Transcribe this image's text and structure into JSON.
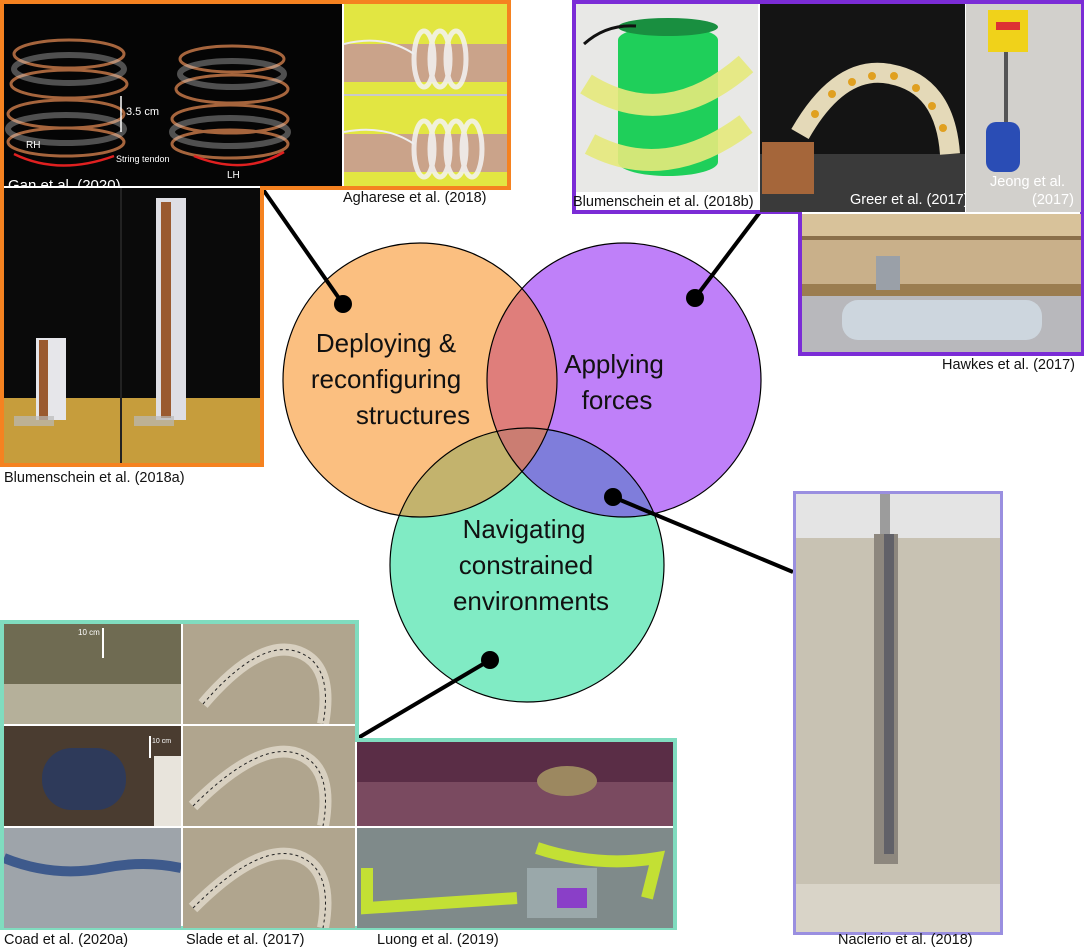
{
  "venn": {
    "circle_top_left": {
      "line1": "Deploying &",
      "line2": "reconfiguring",
      "line3": "structures",
      "color": "#fbbf80"
    },
    "circle_top_right": {
      "line1": "Applying",
      "line2": "forces",
      "color": "#bf80f9"
    },
    "circle_bottom": {
      "line1": "Navigating",
      "line2": "constrained",
      "line3": "environments",
      "color": "#80ebc4"
    },
    "overlap_orange_purple": "#df7e7b",
    "overlap_orange_green": "#c3b36d",
    "overlap_purple_green": "#7f7ddb",
    "overlap_all": "#cb7d72"
  },
  "frame_colors": {
    "deploying": "#f58220",
    "applying": "#7b2cd6",
    "navigating": "#80dcbf",
    "naclerio": "#9a8fe0"
  },
  "captions": {
    "gan": "Gan et al. (2020)",
    "agharese": "Agharese et al. (2018)",
    "blumenschein_a": "Blumenschein et al. (2018a)",
    "blumenschein_b": "Blumenschein et al. (2018b)",
    "greer": "Greer et al. (2017)",
    "jeong_line1": "Jeong et al.",
    "jeong_line2": "(2017)",
    "hawkes": "Hawkes et al. (2017)",
    "naclerio": "Naclerio et al. (2018)",
    "coad": "Coad et al. (2020a)",
    "slade": "Slade et al. (2017)",
    "luong": "Luong et al. (2019)"
  },
  "photo_labels": {
    "scale_bar": "3.5 cm",
    "string_tendon": "String tendon",
    "rh": "RH",
    "lh": "LH",
    "cave_scale_1": "10 cm",
    "cave_scale_2": "10 cm"
  }
}
